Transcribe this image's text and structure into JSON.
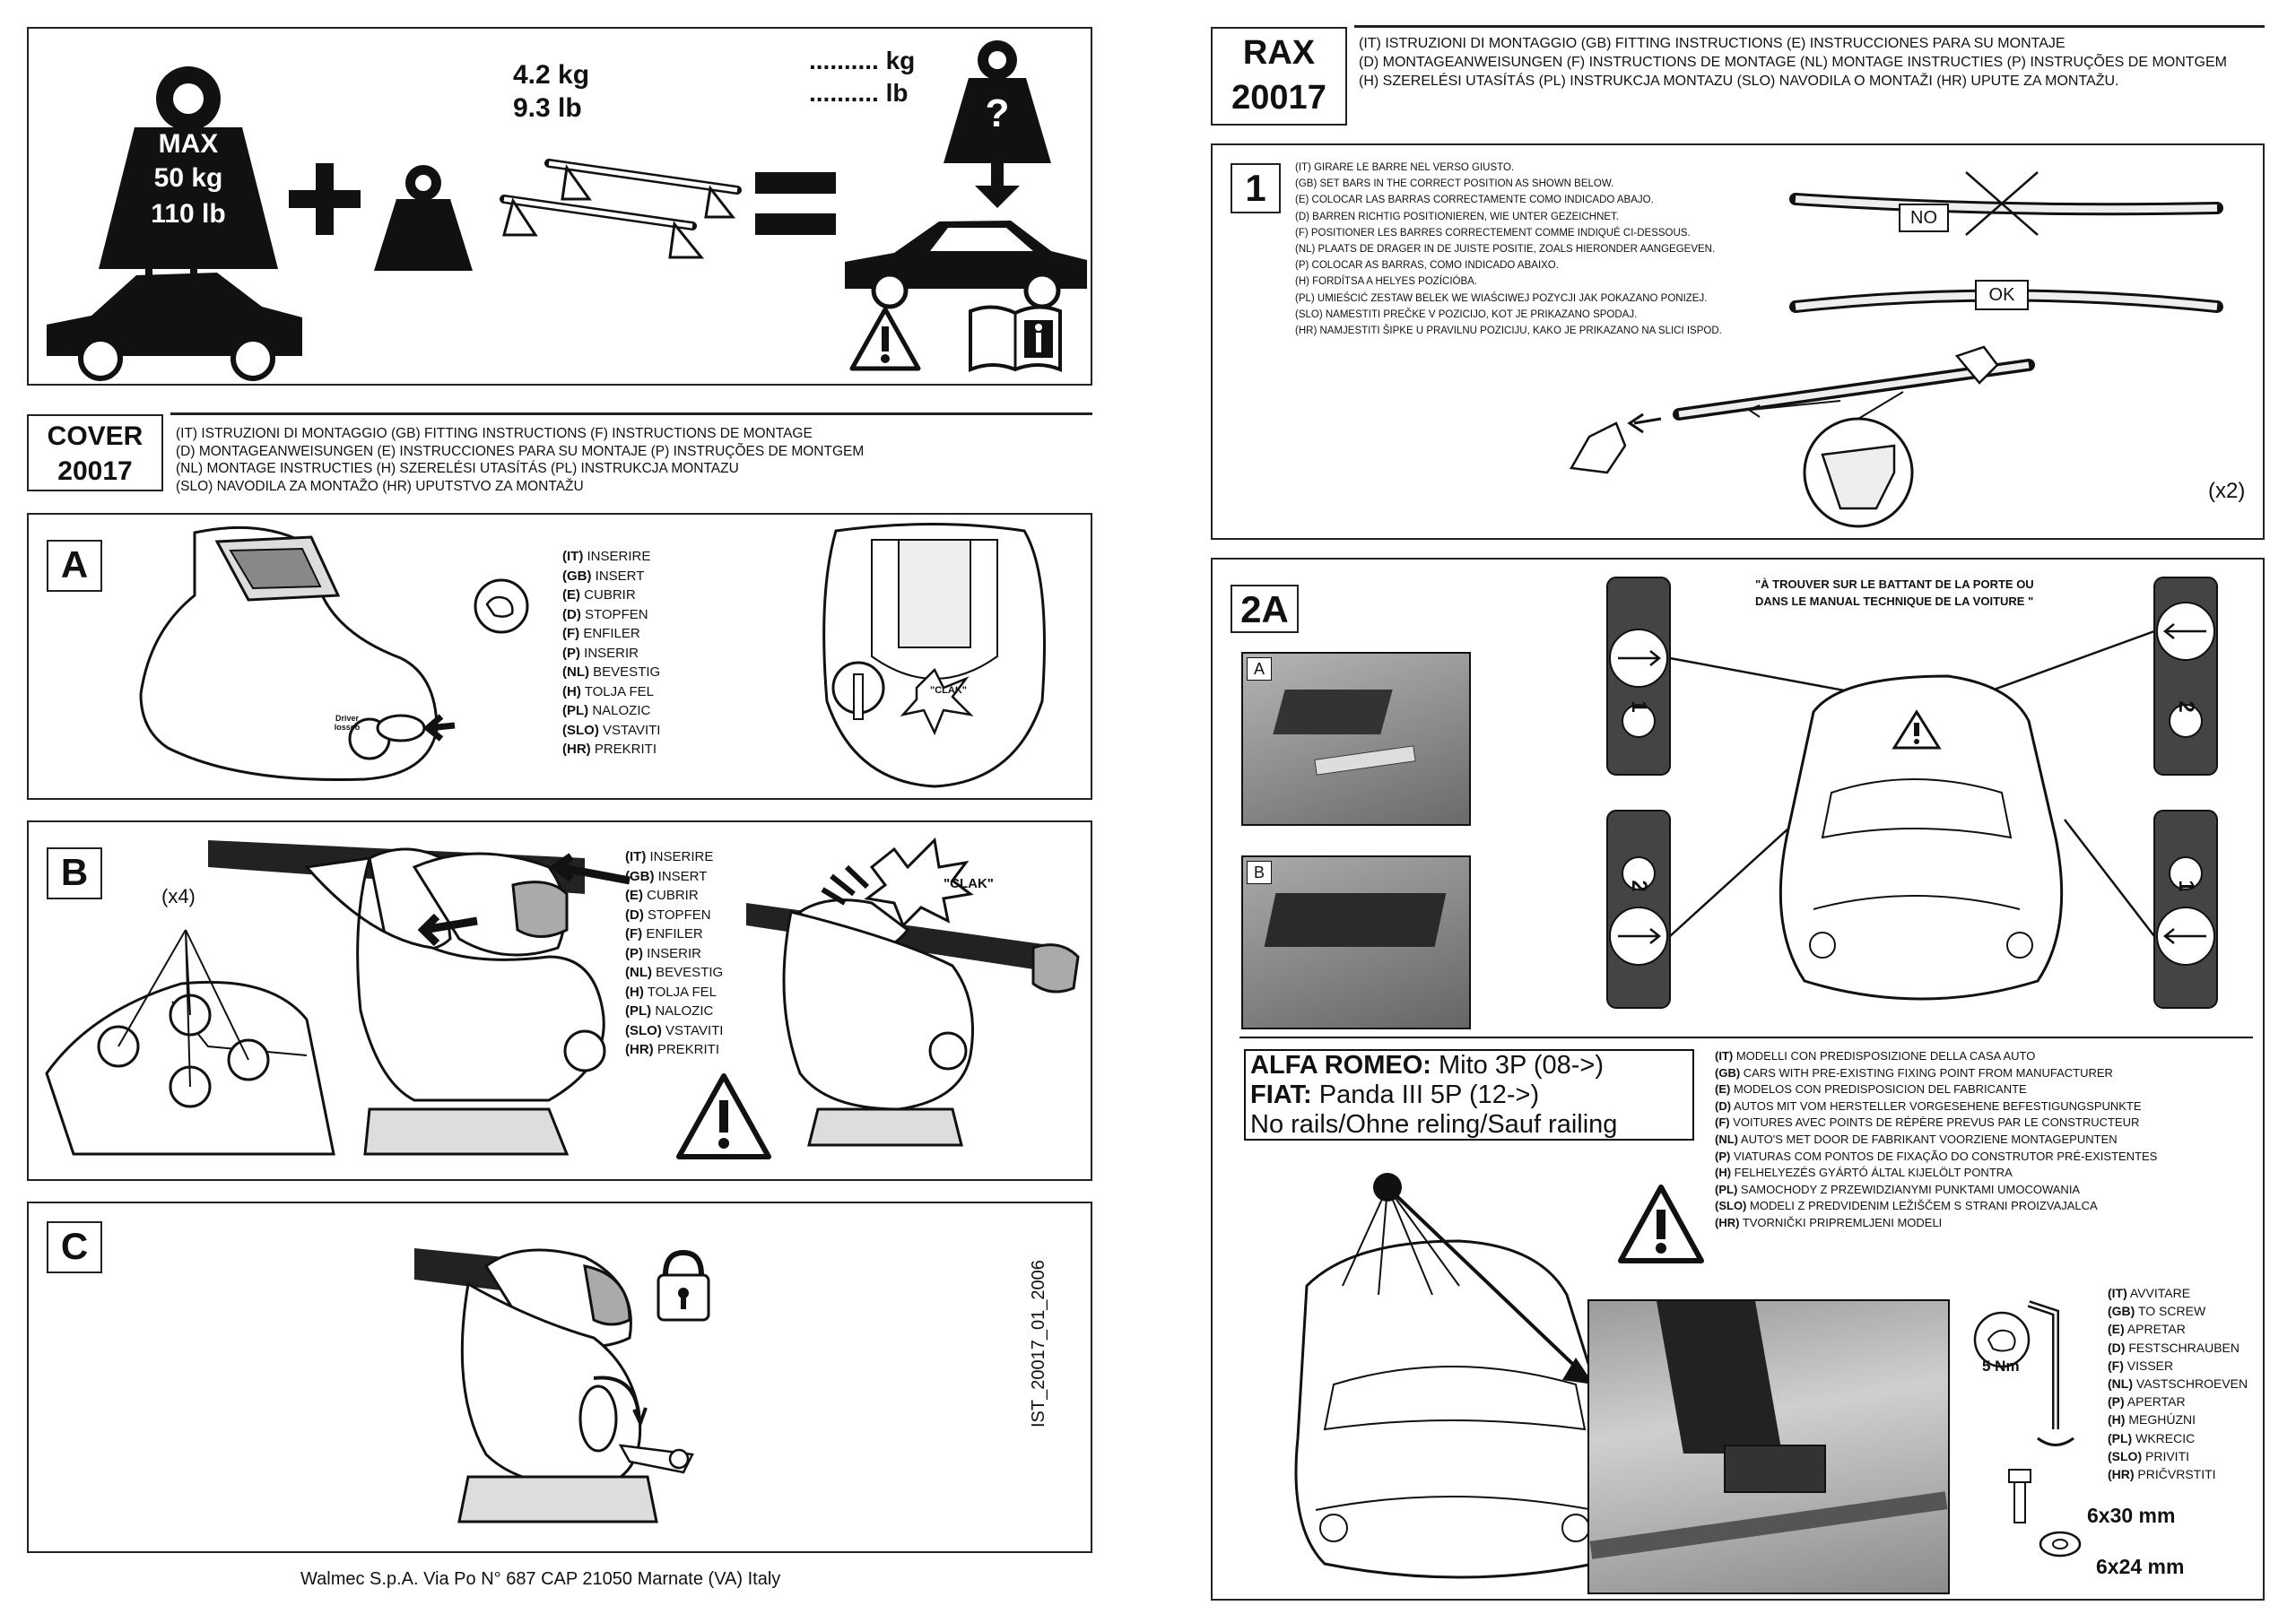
{
  "weights": {
    "max_label": "MAX",
    "max_kg": "50 kg",
    "max_lb": "110 lb",
    "bars_kg": "4.2 kg",
    "bars_lb": "9.3 lb",
    "result_kg": ".......... kg",
    "result_lb": ".......... lb",
    "question": "?"
  },
  "cover": {
    "code_line1": "COVER",
    "code_line2": "20017",
    "lines": [
      {
        "t": "(IT) ISTRUZIONI DI MONTAGGIO (GB) FITTING INSTRUCTIONS (F) INSTRUCTIONS DE MONTAGE"
      },
      {
        "t": "(D) MONTAGEANWEISUNGEN (E) INSTRUCCIONES PARA SU MONTAJE (P) INSTRUÇÕES DE MONTGEM"
      },
      {
        "t": "(NL) MONTAGE INSTRUCTIES (H) SZERELÉSI UTASÍTÁS (PL) INSTRUKCJA MONTAZU"
      },
      {
        "t": "(SLO) NAVODILA ZA MONTAŽO (HR) UPUTSTVO ZA MONTAŽU"
      }
    ]
  },
  "stepA": {
    "label": "A",
    "clak": "\"CLAK\"",
    "logo": "Driver lossco",
    "langs": [
      {
        "c": "(IT)",
        "t": " INSERIRE"
      },
      {
        "c": "(GB)",
        "t": " INSERT"
      },
      {
        "c": "(E)",
        "t": " CUBRIR"
      },
      {
        "c": "(D)",
        "t": " STOPFEN"
      },
      {
        "c": "(F)",
        "t": " ENFILER"
      },
      {
        "c": "(P)",
        "t": " INSERIR"
      },
      {
        "c": "(NL)",
        "t": " BEVESTIG"
      },
      {
        "c": "(H)",
        "t": " TOLJA FEL"
      },
      {
        "c": "(PL)",
        "t": " NALOZIC"
      },
      {
        "c": "(SLO)",
        "t": " VSTAVITI"
      },
      {
        "c": "(HR)",
        "t": " PREKRITI"
      }
    ]
  },
  "stepB": {
    "label": "B",
    "x4": "(x4)",
    "clak": "\"CLAK\"",
    "langs": [
      {
        "c": "(IT)",
        "t": " INSERIRE"
      },
      {
        "c": "(GB)",
        "t": " INSERT"
      },
      {
        "c": "(E)",
        "t": " CUBRIR"
      },
      {
        "c": "(D)",
        "t": " STOPFEN"
      },
      {
        "c": "(F)",
        "t": " ENFILER"
      },
      {
        "c": "(P)",
        "t": " INSERIR"
      },
      {
        "c": "(NL)",
        "t": " BEVESTIG"
      },
      {
        "c": "(H)",
        "t": " TOLJA  FEL"
      },
      {
        "c": "(PL)",
        "t": " NALOZIC"
      },
      {
        "c": "(SLO)",
        "t": " VSTAVITI"
      },
      {
        "c": "(HR)",
        "t": " PREKRITI"
      }
    ]
  },
  "stepC": {
    "label": "C",
    "doc_code": "IST_20017_01_2006"
  },
  "footer": "Walmec S.p.A. Via Po N° 687 CAP 21050 Marnate (VA) Italy",
  "rax": {
    "code_line1": "RAX",
    "code_line2": "20017",
    "lines": [
      {
        "t": "(IT) ISTRUZIONI DI MONTAGGIO (GB) FITTING INSTRUCTIONS (E) INSTRUCCIONES PARA SU MONTAJE"
      },
      {
        "t": "(D) MONTAGEANWEISUNGEN (F) INSTRUCTIONS DE MONTAGE (NL) MONTAGE INSTRUCTIES (P) INSTRUÇÕES DE MONTGEM"
      },
      {
        "t": "(H) SZERELÉSI UTASÍTÁS (PL) INSTRUKCJA MONTAZU (SLO) NAVODILA O MONTAŽI (HR) UPUTE ZA MONTAŽU."
      }
    ]
  },
  "step1": {
    "label": "1",
    "no": "NO",
    "ok": "OK",
    "x2": "(x2)",
    "lines": [
      {
        "t": "(IT) GIRARE LE BARRE NEL VERSO GIUSTO."
      },
      {
        "t": "(GB) SET BARS IN THE CORRECT POSITION AS SHOWN BELOW."
      },
      {
        "t": "(E) COLOCAR LAS BARRAS CORRECTAMENTE COMO INDICADO ABAJO."
      },
      {
        "t": "(D) BARREN RICHTIG POSITIONIEREN, WIE UNTER GEZEICHNET."
      },
      {
        "t": "(F) POSITIONER LES BARRES CORRECTEMENT COMME INDIQUÉ CI-DESSOUS."
      },
      {
        "t": "(NL) PLAATS DE DRAGER IN DE JUISTE POSITIE, ZOALS HIERONDER AANGEGEVEN."
      },
      {
        "t": "(P) COLOCAR AS BARRAS, COMO INDICADO ABAIXO."
      },
      {
        "t": "(H) FORDÍTSA A HELYES POZÍCIÓBA."
      },
      {
        "t": "(PL) UMIEŚCIĆ ZESTAW BELEK WE WIAŚCIWEJ POZYCJI JAK POKAZANO PONIZEJ."
      },
      {
        "t": "(SLO) NAMESTITI PREČKE V POZICIJO, KOT JE PRIKAZANO SPODAJ."
      },
      {
        "t": "(HR) NAMJESTITI ŠIPKE U PRAVILNU POZICIJU, KAKO JE PRIKAZANO NA SLICI ISPOD."
      }
    ]
  },
  "step2A": {
    "label": "2A",
    "photo_a": "A",
    "photo_b": "B",
    "quote_line1": "\"À TROUVER SUR LE BATTANT DE LA PORTE OU",
    "quote_line2": "DANS LE MANUAL TECHNIQUE DE LA VOITURE \"",
    "pad_numbers": [
      "1",
      "2",
      "2",
      "1"
    ],
    "vehicle": {
      "brand1": "ALFA ROMEO:",
      "model1": " Mito 3P (08->)",
      "brand2": "FIAT:",
      "model2": " Panda III 5P (12->)",
      "rails": "No rails/Ohne reling/Sauf railing"
    },
    "fixing_lines": [
      {
        "c": "(IT)",
        "t": " MODELLI CON PREDISPOSIZIONE DELLA CASA AUTO"
      },
      {
        "c": "(GB)",
        "t": " CARS WITH PRE-EXISTING FIXING POINT FROM MANUFACTURER"
      },
      {
        "c": "(E)",
        "t": " MODELOS CON PREDISPOSICION DEL FABRICANTE"
      },
      {
        "c": "(D)",
        "t": " AUTOS MIT VOM HERSTELLER VORGESEHENE BEFESTIGUNGSPUNKTE"
      },
      {
        "c": "(F)",
        "t": " VOITURES AVEC POINTS DE RÉPÈRE PREVUS PAR LE CONSTRUCTEUR"
      },
      {
        "c": "(NL)",
        "t": "  AUTO'S MET DOOR DE FABRIKANT VOORZIENE MONTAGEPUNTEN"
      },
      {
        "c": "(P)",
        "t": " VIATURAS COM  PONTOS DE FIXAÇÃO DO CONSTRUTOR PRÉ-EXISTENTES"
      },
      {
        "c": "(H)",
        "t": " FELHELYEZÉS GYÁRTÓ ÁLTAL KIJELÖLT PONTRA"
      },
      {
        "c": "(PL)",
        "t": " SAMOCHODY Z PRZEWIDZIANYMI PUNKTAMI UMOCOWANIA"
      },
      {
        "c": "(SLO)",
        "t": " MODELI Z PREDVIDENIM LEŽIŠČEM S STRANI PROIZVAJALCA"
      },
      {
        "c": "(HR)",
        "t": " TVORNIČKI PRIPREMLJENI MODELI"
      }
    ],
    "torque": "5 Nm",
    "screw_langs": [
      {
        "c": "(IT)",
        "t": " AVVITARE"
      },
      {
        "c": "(GB)",
        "t": " TO SCREW"
      },
      {
        "c": "(E)",
        "t": " APRETAR"
      },
      {
        "c": "(D)",
        "t": " FESTSCHRAUBEN"
      },
      {
        "c": "(F)",
        "t": " VISSER"
      },
      {
        "c": "(NL)",
        "t": " VASTSCHROEVEN"
      },
      {
        "c": "(P)",
        "t": " APERTAR"
      },
      {
        "c": "(H)",
        "t": " MEGHÚZNI"
      },
      {
        "c": "(PL)",
        "t": " WKRECIC"
      },
      {
        "c": "(SLO)",
        "t": " PRIVITI"
      },
      {
        "c": "(HR)",
        "t": " PRIČVRSTITI"
      }
    ],
    "screw_size": "6x30 mm",
    "washer_size": "6x24 mm"
  },
  "colors": {
    "ink": "#111111",
    "photo_gray": "#8a8a8a"
  }
}
